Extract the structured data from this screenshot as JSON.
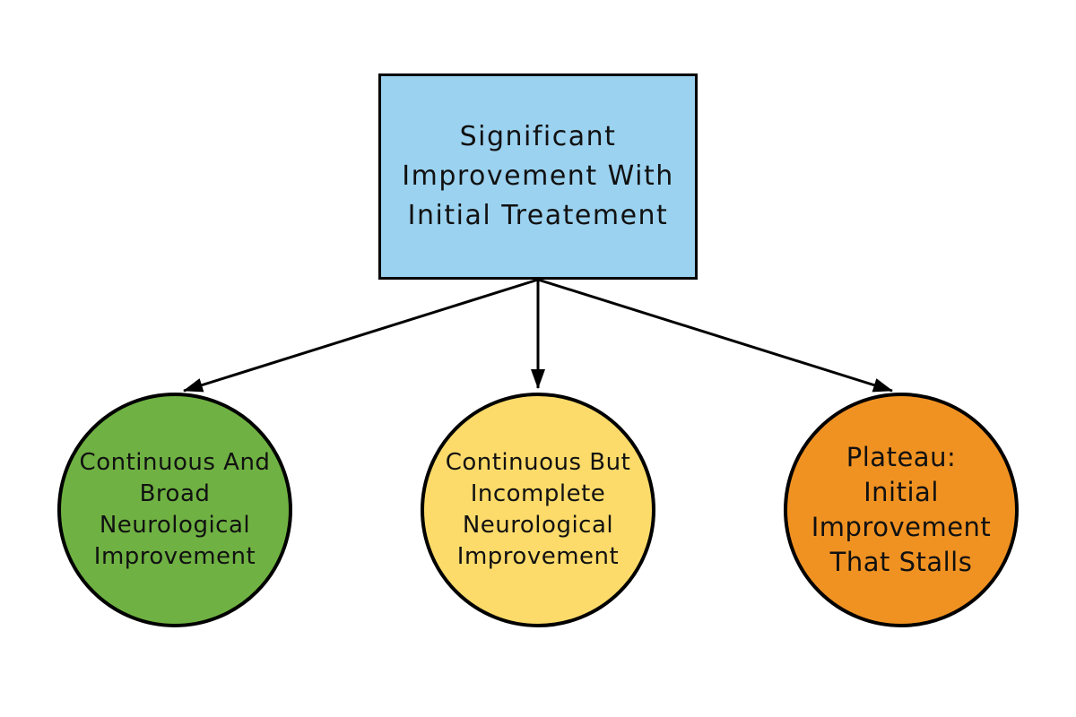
{
  "diagram": {
    "stroke_color": "#000000",
    "text_color": "#111111",
    "root_node": {
      "id": "initial-treatment",
      "shape": "rectangle",
      "fill": "#9bd2f0",
      "lines": [
        "Significant",
        "Improvement With",
        "Initial Treatement"
      ]
    },
    "outcome_nodes": [
      {
        "id": "broad-improvement",
        "shape": "circle",
        "fill": "#6fb243",
        "lines": [
          "Continuous And",
          "Broad",
          "Neurological",
          "Improvement"
        ]
      },
      {
        "id": "incomplete-improvement",
        "shape": "circle",
        "fill": "#fcdb6a",
        "lines": [
          "Continuous But",
          "Incomplete",
          "Neurological",
          "Improvement"
        ]
      },
      {
        "id": "plateau",
        "shape": "circle",
        "fill": "#f09222",
        "lines": [
          "Plateau:",
          "Initial",
          "Improvement",
          "That Stalls"
        ]
      }
    ],
    "edges": [
      {
        "from": "initial-treatment",
        "to": "broad-improvement"
      },
      {
        "from": "initial-treatment",
        "to": "incomplete-improvement"
      },
      {
        "from": "initial-treatment",
        "to": "plateau"
      }
    ]
  }
}
